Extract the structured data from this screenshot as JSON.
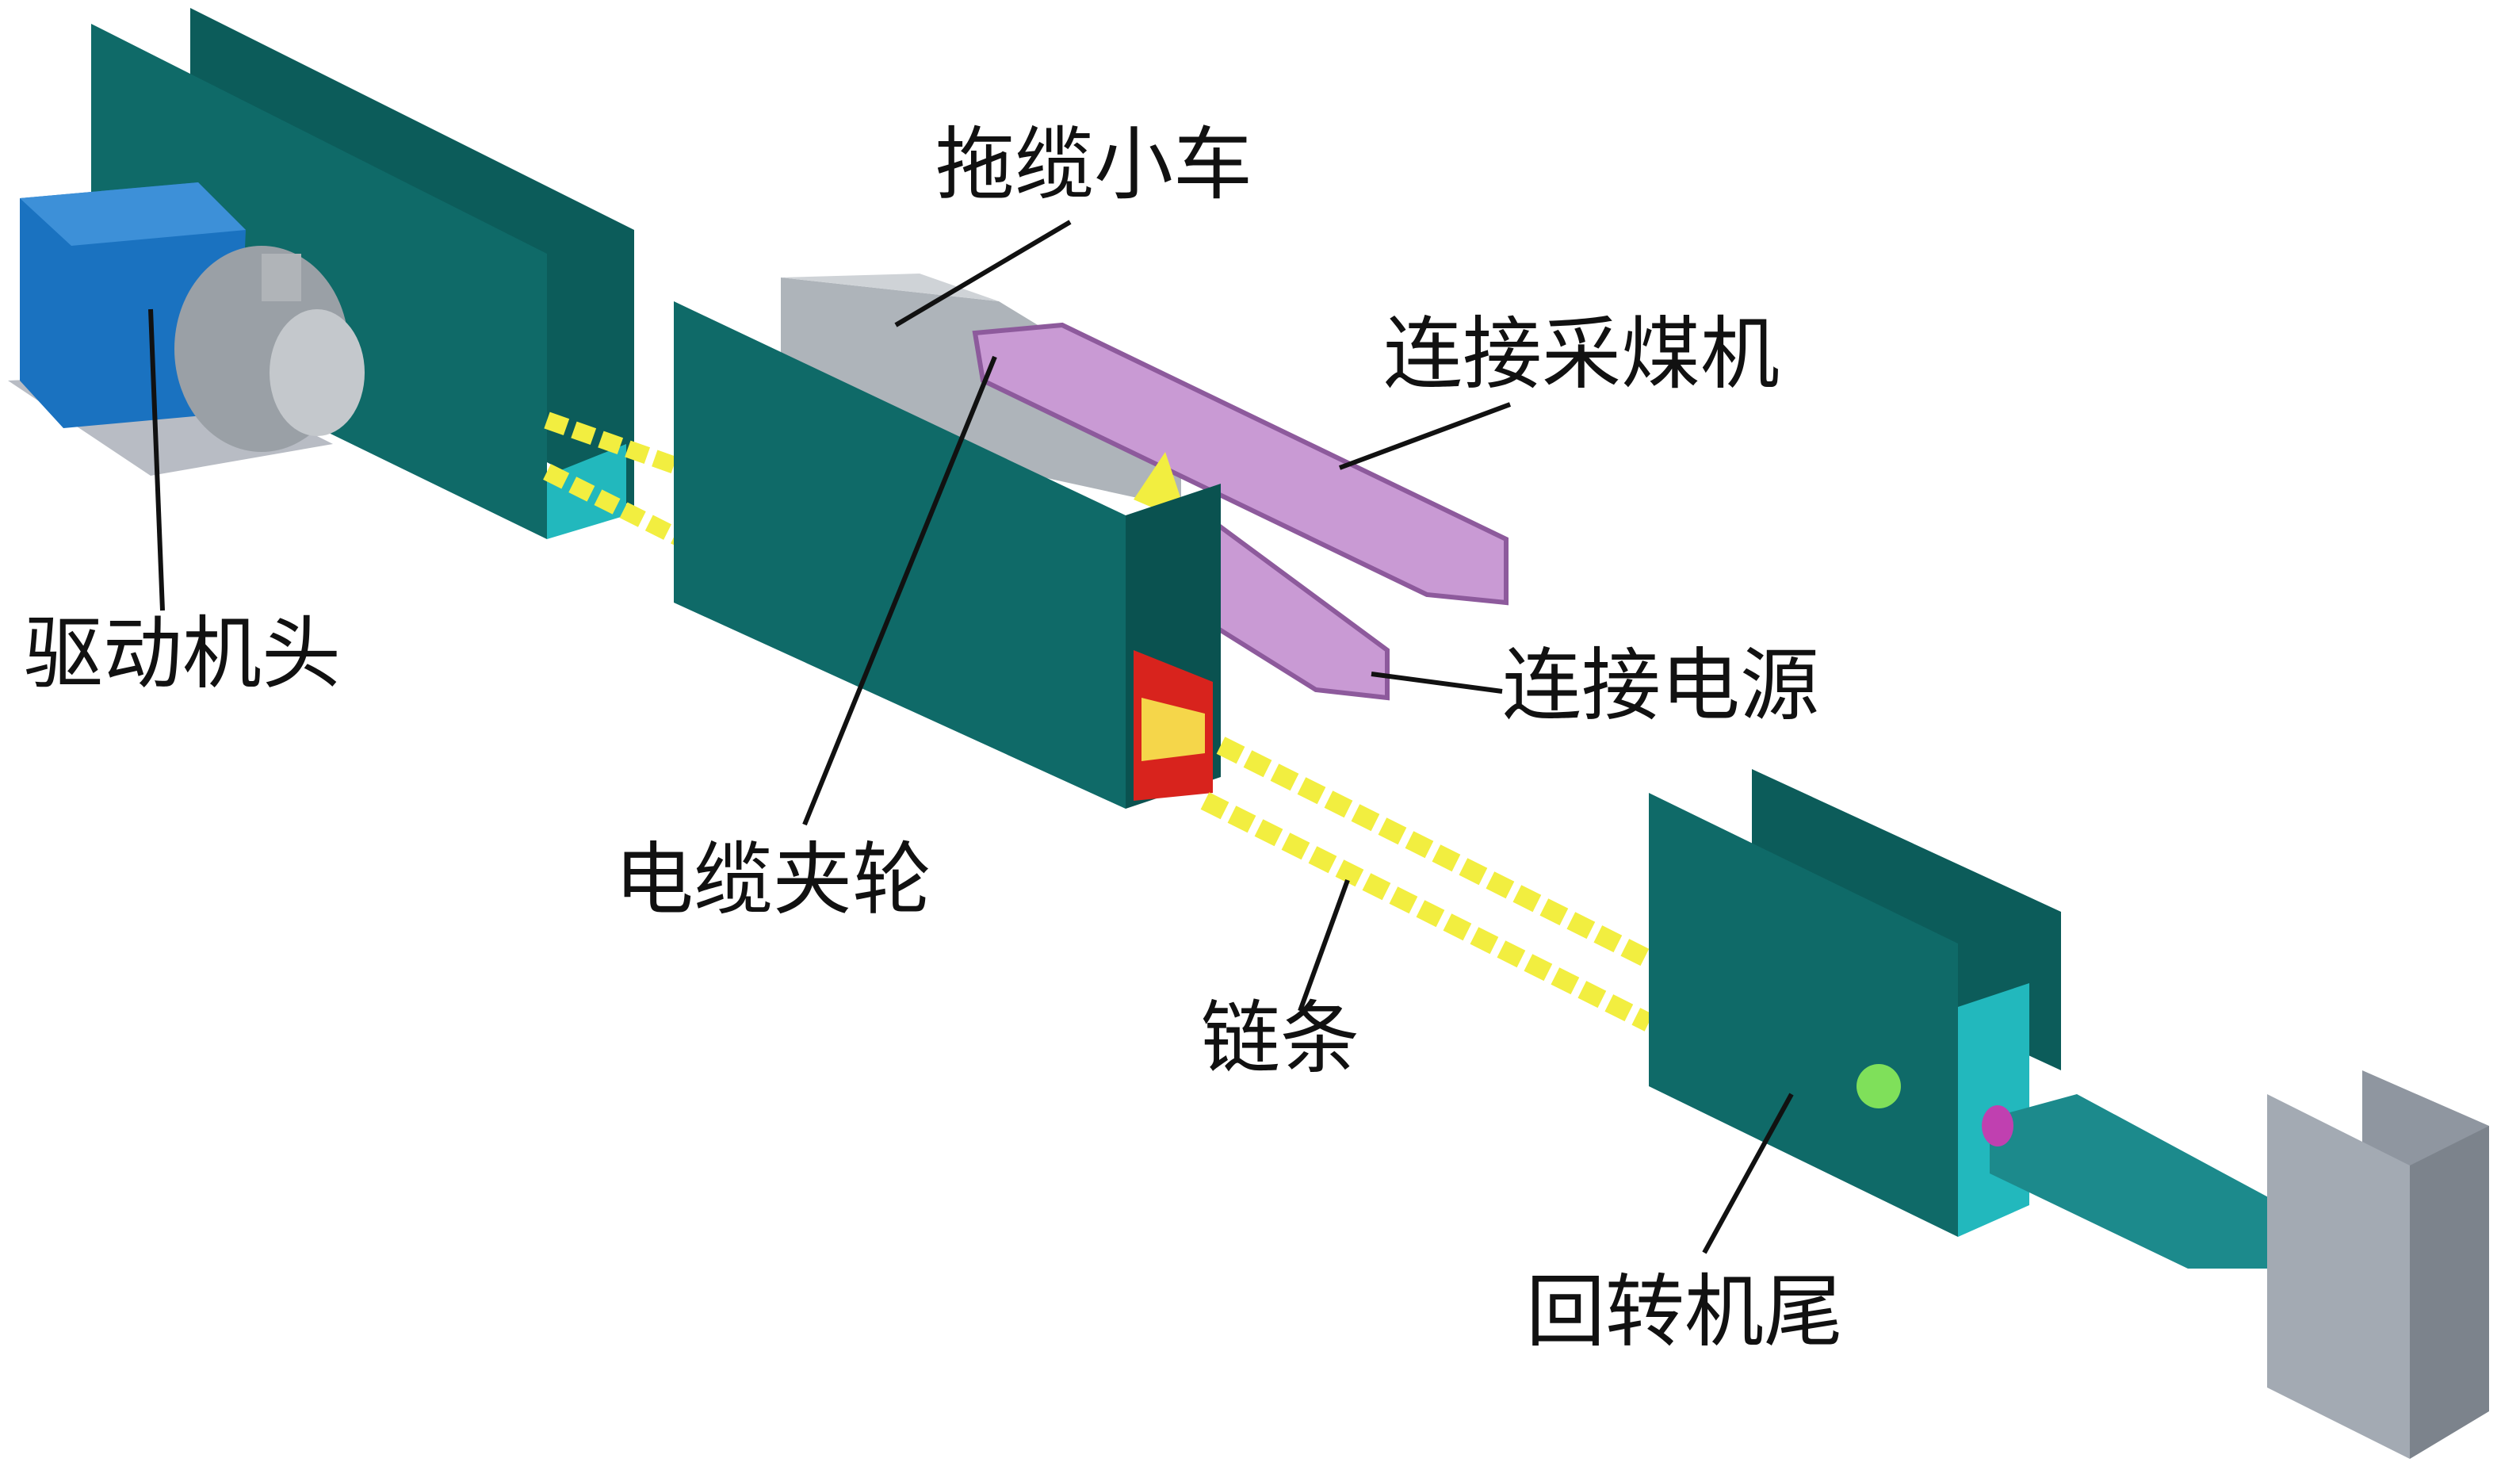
{
  "labels": {
    "drive_head": "驱动机头",
    "cable_trolley": "拖缆小车",
    "connect_shearer": "连接采煤机",
    "connect_power": "连接电源",
    "cable_clamp_wheel": "电缆夹轮",
    "chain": "链条",
    "slewing_tail": "回转机尾"
  },
  "colors": {
    "frame": "#0f6a68",
    "frame_dark": "#0a5250",
    "chain": "#f2ee40",
    "drag_chain": "#c99ad4",
    "motor": "#1a72c0",
    "tail_grey": "#8f96a0"
  }
}
